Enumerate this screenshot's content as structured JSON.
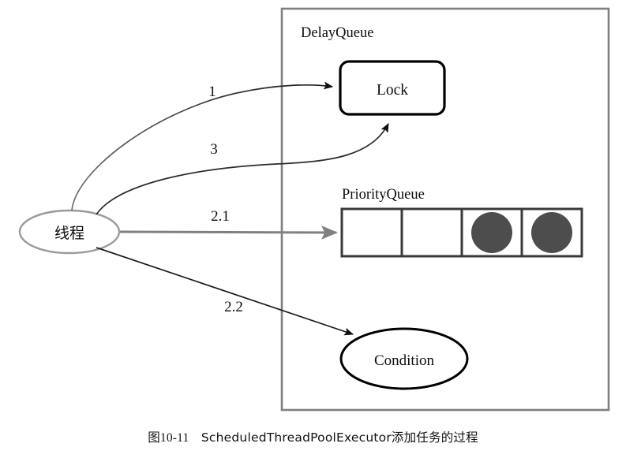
{
  "figure": {
    "caption_prefix": "图10-11",
    "caption_body": "ScheduledThreadPoolExecutor添加任务的过程",
    "caption_full": "图10-11  ScheduledThreadPoolExecutor添加任务的过程"
  },
  "container": {
    "title": "DelayQueue",
    "border_color": "#7f7f7f"
  },
  "actor": {
    "label": "线程",
    "border_color": "#9a9a9a"
  },
  "nodes": {
    "lock": {
      "label": "Lock",
      "border_color": "#000000"
    },
    "priority_queue": {
      "label": "PriorityQueue",
      "border_color": "#3a3a3a",
      "cells": [
        {
          "filled": false
        },
        {
          "filled": false
        },
        {
          "filled": true
        },
        {
          "filled": true
        }
      ],
      "fill_color": "#4d4d4d"
    },
    "condition": {
      "label": "Condition",
      "border_color": "#000000"
    }
  },
  "edges": [
    {
      "id": "edge-1",
      "label": "1",
      "from": "线程",
      "to": "Lock",
      "color": "#1a1a1a"
    },
    {
      "id": "edge-3",
      "label": "3",
      "from": "线程",
      "to": "Lock",
      "color": "#1a1a1a"
    },
    {
      "id": "edge-2-1",
      "label": "2.1",
      "from": "线程",
      "to": "PriorityQueue",
      "color": "#808080"
    },
    {
      "id": "edge-2-2",
      "label": "2.2",
      "from": "线程",
      "to": "Condition",
      "color": "#1a1a1a"
    }
  ]
}
